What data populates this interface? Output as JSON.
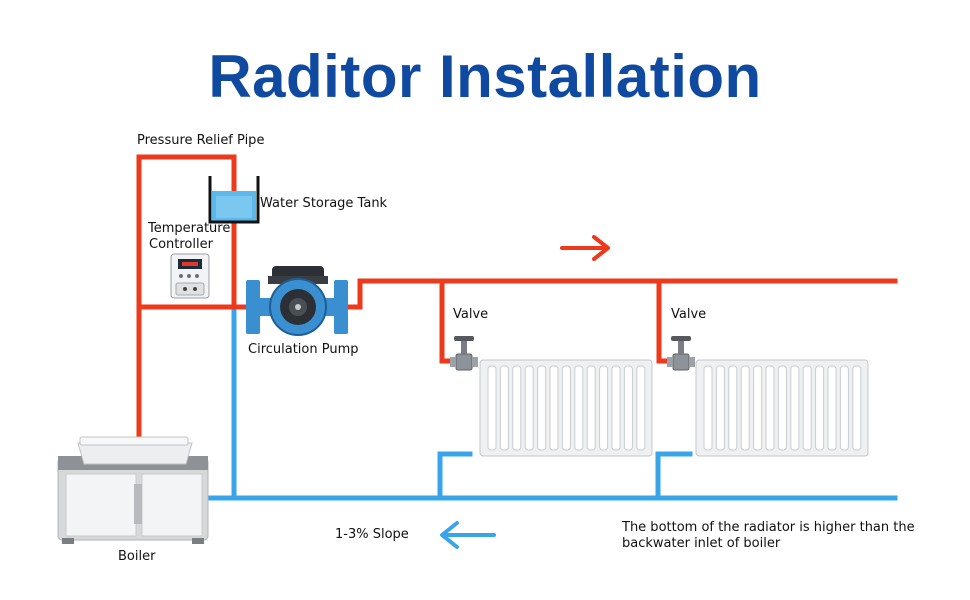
{
  "title": "Raditor Installation",
  "labels": {
    "pressure_relief_pipe": "Pressure Relief Pipe",
    "water_storage_tank": "Water Storage Tank",
    "temperature": "Temperature",
    "controller": "Controller",
    "circulation_pump": "Circulation Pump",
    "valve_1": "Valve",
    "valve_2": "Valve",
    "boiler": "Boiler",
    "slope": "1-3% Slope",
    "note_line1": "The bottom of the radiator is higher than the",
    "note_line2": "backwater inlet of boiler"
  },
  "colors": {
    "title": "#0f4aa0",
    "hot_pipe": "#ee3a1c",
    "return_pipe": "#3aa4ea",
    "pump_body": "#3a8fd0",
    "tank_water": "#5ab8ec"
  },
  "icons": {
    "flow_right": "arrow-right-icon",
    "flow_left": "arrow-left-icon"
  }
}
